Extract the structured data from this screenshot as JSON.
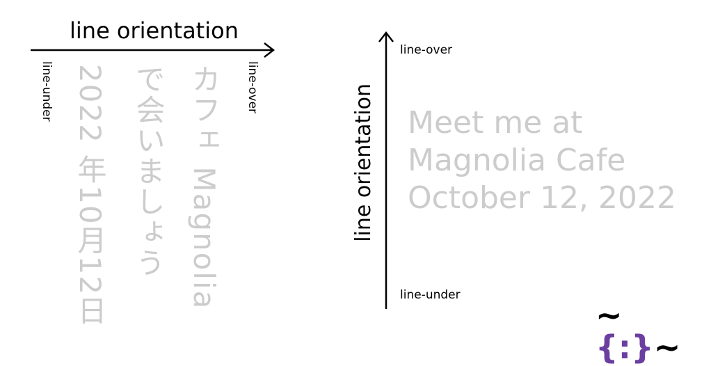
{
  "horizontal_diagram": {
    "axis_label": "line orientation",
    "line_under_label": "line-under",
    "line_over_label": "line-over",
    "columns": [
      "2022 年10月12日",
      "で会いましょう",
      "カフェ Magnolia"
    ]
  },
  "vertical_diagram": {
    "axis_label": "line orientation",
    "line_over_label": "line-over",
    "line_under_label": "line-under",
    "lines": [
      "Meet me at",
      "Magnolia Cafe",
      "October 12, 2022"
    ]
  },
  "logo": {
    "left_tilde": "~",
    "open_brace": "{",
    "colon": ":",
    "close_brace": "}",
    "right_tilde": "~",
    "accent_color": "#6a3fa0"
  },
  "colors": {
    "sample_text": "#cccccc",
    "labels": "#000000"
  }
}
